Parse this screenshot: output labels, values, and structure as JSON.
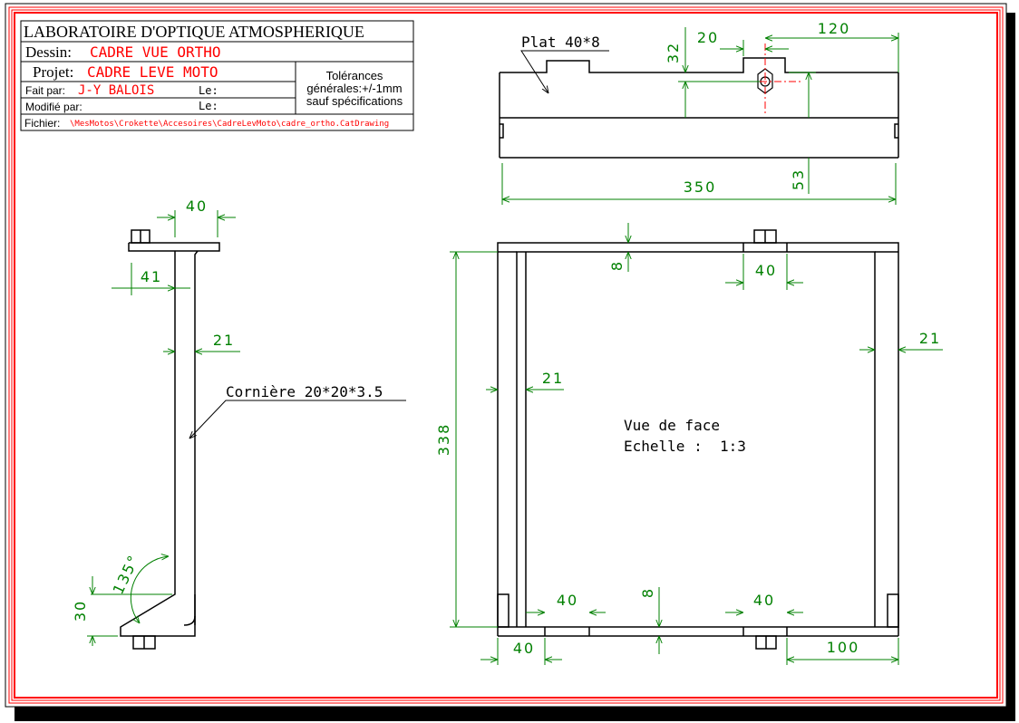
{
  "title_block": {
    "lab": "LABORATOIRE D'OPTIQUE ATMOSPHERIQUE",
    "dessin_label": "Dessin:",
    "dessin_value": "CADRE VUE ORTHO",
    "projet_label": "Projet:",
    "projet_value": "CADRE LEVE MOTO",
    "fait_label": "Fait par:",
    "fait_value": "J-Y BALOIS",
    "le_label_1": "Le:",
    "modifie_label": "Modifié par:",
    "le_label_2": "Le:",
    "tolerances_1": "Tolérances",
    "tolerances_2": "générales:+/-1mm",
    "tolerances_3": "sauf spécifications",
    "fichier_label": "Fichier:",
    "fichier_value": "\\MesMotos\\Crokette\\Accesoires\\CadreLevMoto\\cadre_ortho.CatDrawing"
  },
  "top_view": {
    "label": "Plat 40*8",
    "dims": {
      "d32": "32",
      "d20": "20",
      "d120": "120",
      "d53": "53",
      "d350": "350"
    }
  },
  "side_view": {
    "label": "Cornière 20*20*3.5",
    "dims": {
      "d40": "40",
      "d41": "41",
      "d21": "21",
      "d135": "135°",
      "d30": "30"
    }
  },
  "front_view": {
    "label_1": "Vue de face",
    "label_2": "Echelle :  1:3",
    "dims": {
      "d8_top": "8",
      "d40_top": "40",
      "d21_right": "21",
      "d21_left": "21",
      "d338": "338",
      "d40_bl": "40",
      "d8_bot": "8",
      "d40_br": "40",
      "d40_bottom": "40",
      "d100": "100"
    }
  },
  "colors": {
    "border": "#ff0000",
    "dimension": "#008000",
    "line": "#000000",
    "axis": "#ff0000"
  }
}
